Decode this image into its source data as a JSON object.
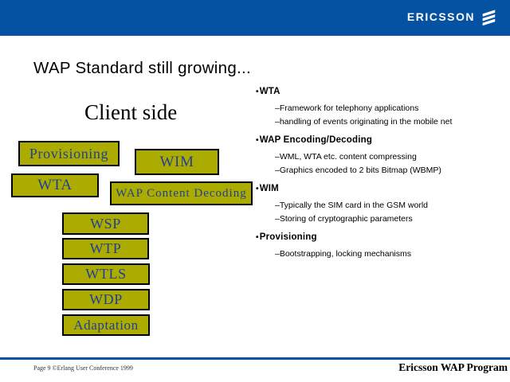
{
  "colors": {
    "header_blue": "#0551A2",
    "box_fill": "#ABAB00",
    "box_border": "#000000",
    "box_text": "#1F4096"
  },
  "header": {
    "brand": "ERICSSON",
    "logo_icon": "ericsson-three-bars"
  },
  "slide": {
    "title": "WAP Standard still growing...",
    "client_side_heading": "Client side",
    "boxes": [
      {
        "label": "Provisioning"
      },
      {
        "label": "WIM"
      },
      {
        "label": "WTA"
      },
      {
        "label": "WAP Content Decoding"
      },
      {
        "label": "WSP"
      },
      {
        "label": "WTP"
      },
      {
        "label": "WTLS"
      },
      {
        "label": "WDP"
      },
      {
        "label": "Adaptation"
      }
    ],
    "bullets": {
      "bullet_char": "•",
      "dash_char": "–",
      "groups": [
        {
          "heading": "WTA",
          "items": [
            "Framework for telephony applications",
            "handling of events originating in the mobile net"
          ]
        },
        {
          "heading": "WAP Encoding/Decoding",
          "items": [
            "WML, WTA etc. content compressing",
            "Graphics encoded to 2 bits Bitmap (WBMP)"
          ]
        },
        {
          "heading": "WIM",
          "items": [
            "Typically the SIM card in the GSM world",
            "Storing of cryptographic parameters"
          ]
        },
        {
          "heading": "Provisioning",
          "items": [
            "Bootstrapping, locking mechanisms"
          ]
        }
      ]
    }
  },
  "footer": {
    "left": "Page 9 ©Erlang User Conference 1999",
    "right": "Ericsson WAP Program"
  }
}
